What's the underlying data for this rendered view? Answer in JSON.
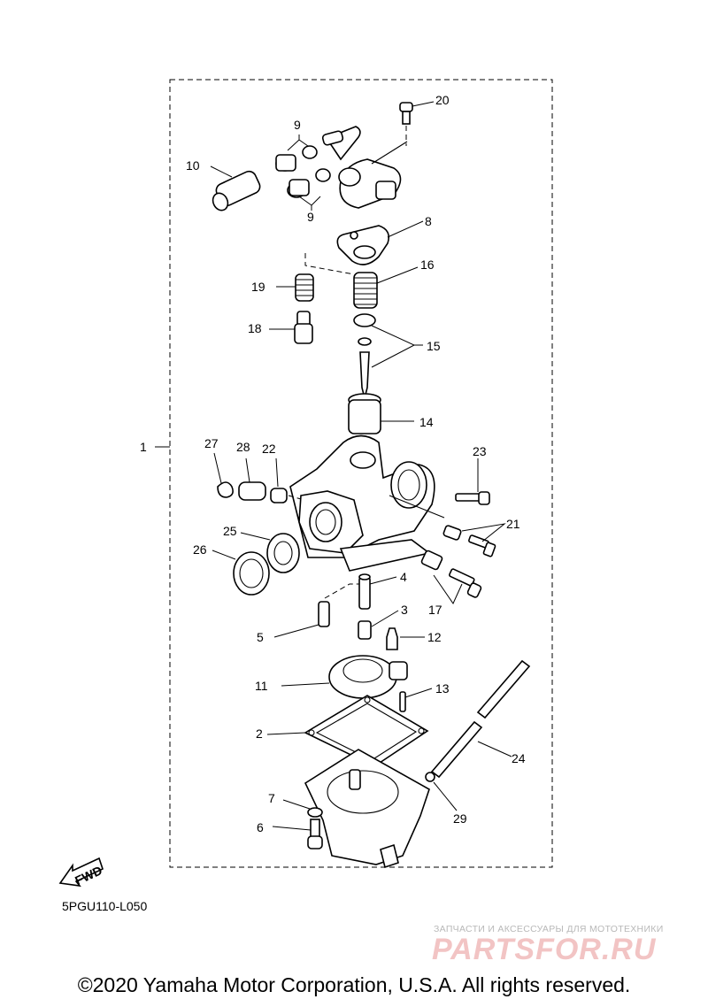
{
  "callouts": {
    "c1": "1",
    "c2": "2",
    "c3": "3",
    "c4": "4",
    "c5": "5",
    "c6": "6",
    "c7": "7",
    "c8": "8",
    "c9a": "9",
    "c9b": "9",
    "c10": "10",
    "c11": "11",
    "c12": "12",
    "c13": "13",
    "c14": "14",
    "c15": "15",
    "c16": "16",
    "c17": "17",
    "c18": "18",
    "c19": "19",
    "c20": "20",
    "c21": "21",
    "c22": "22",
    "c23": "23",
    "c24": "24",
    "c25": "25",
    "c26": "26",
    "c27": "27",
    "c28": "28",
    "c29": "29"
  },
  "fwd_label": "FWD",
  "diagram_code": "5PGU110-L050",
  "watermark": {
    "tagline": "ЗАПЧАСТИ И АКСЕССУАРЫ ДЛЯ МОТОТЕХНИКИ",
    "logo": "PARTSFOR.RU"
  },
  "copyright": "©2020 Yamaha Motor Corporation, U.S.A. All rights reserved."
}
